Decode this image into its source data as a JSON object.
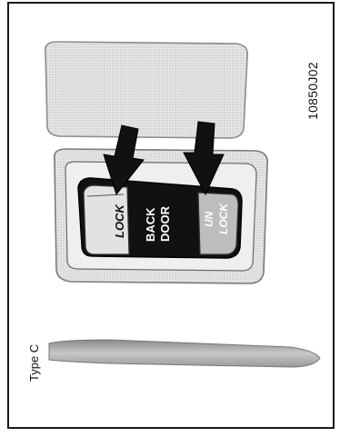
{
  "figure": {
    "code": "10850J02",
    "type_label": "Type C"
  },
  "switch": {
    "lock_label": "LOCK",
    "back_door_line1": "BACK",
    "back_door_line2": "DOOR",
    "unlock_line1": "UN",
    "unlock_line2": "LOCK"
  }
}
